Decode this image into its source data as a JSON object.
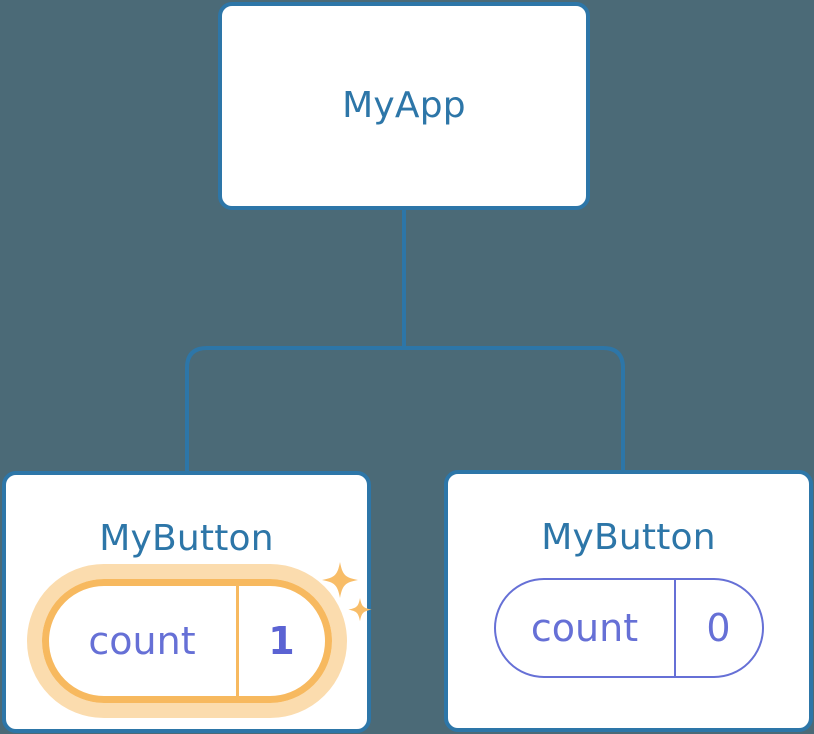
{
  "diagram": {
    "title": "component-tree",
    "background_color": "#4b6a77",
    "node_border_color": "#2d76a8",
    "node_title_color": "#2d76a8",
    "connector_color": "#2d76a8",
    "state_color": "#6670d6",
    "highlight_color": "#f7b95f",
    "highlight_glow_color": "#fbdcae",
    "highlight_value_color": "#5b63d3"
  },
  "root": {
    "label": "MyApp"
  },
  "children": [
    {
      "label": "MyButton",
      "state": {
        "key": "count",
        "value": "1"
      },
      "highlighted": true,
      "sparkle_icon": "sparkles-icon"
    },
    {
      "label": "MyButton",
      "state": {
        "key": "count",
        "value": "0"
      },
      "highlighted": false
    }
  ]
}
